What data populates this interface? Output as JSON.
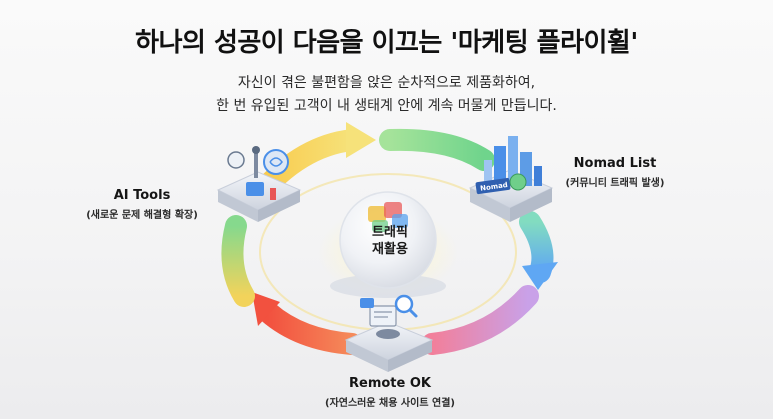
{
  "header": {
    "title": "하나의 성공이 다음을 이끄는 '마케팅 플라이휠'",
    "subtitle_line1": "자신이 겪은 불편함을 앉은 순차적으로 제품화하여,",
    "subtitle_line2": "한 번 유입된 고객이 내 생태계 안에 계속 머물게 만듭니다."
  },
  "nodes": {
    "ai_tools": {
      "name": "AI Tools",
      "desc": "(새로운 문제 해결형 확장)"
    },
    "nomad_list": {
      "name": "Nomad List",
      "desc": "(커뮤니티 트래픽 발생)",
      "badge": "Nomad"
    },
    "remote_ok": {
      "name": "Remote OK",
      "desc": "(자연스러운 채용 사이트 연결)"
    }
  },
  "center": {
    "line1": "트래픽",
    "line2": "재활용"
  },
  "colors": {
    "arc_yellow": "#f7d254",
    "arc_green": "#7fd98c",
    "arc_blue": "#7ab8f5",
    "arc_red": "#f2634e",
    "platform": "#e4e8f0",
    "accent_blue": "#4a8fe8"
  },
  "icons": [
    "wrench-icon",
    "brain-icon",
    "chart-icon",
    "building-icon",
    "magnifier-icon",
    "document-icon"
  ]
}
